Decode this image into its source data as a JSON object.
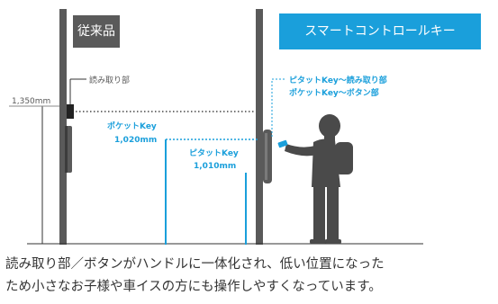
{
  "labels": {
    "conventional_tag": "従来品",
    "smart_tag": "スマートコントロールキー",
    "reader_label": "読み取り部",
    "height_label": "1,350mm",
    "smart_label_line1": "ピタットKey〜読み取り部",
    "smart_label_line2": "ポケットKey〜ボタン部",
    "pocket_key_label": "ポケットKey",
    "pocket_key_height": "1,020mm",
    "pitatto_key_label": "ピタットKey",
    "pitatto_key_height": "1,010mm"
  },
  "caption": {
    "line1": "読み取り部／ボタンがハンドルに一体化され、低い位置になった",
    "line2": "ため小さなお子様や車イスの方にも操作しやすくなっています。"
  },
  "colors": {
    "accent": "#1a9fdb",
    "door_frame": "#5a5a5a",
    "figure": "#4a4a4a",
    "line": "#333333"
  }
}
